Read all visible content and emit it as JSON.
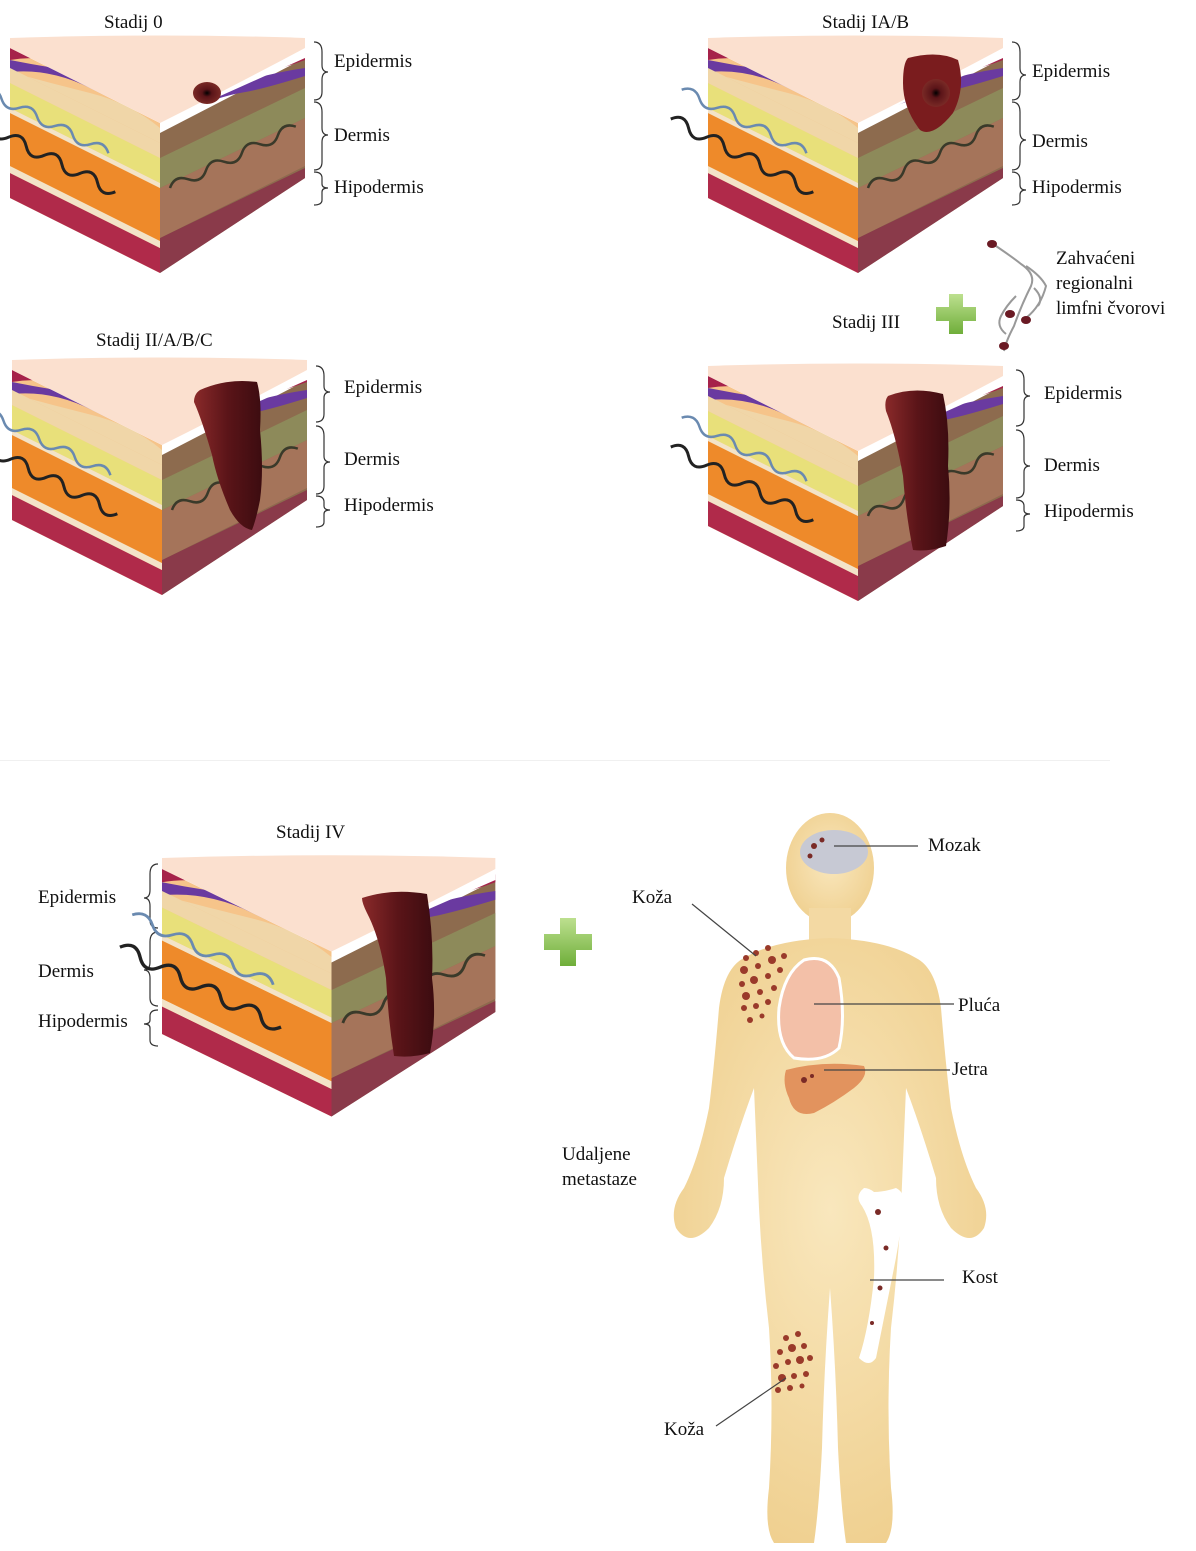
{
  "stages": {
    "stage0": {
      "title": "Stadij 0"
    },
    "stage1": {
      "title": "Stadij IA/B"
    },
    "stage2": {
      "title": "Stadij II/A/B/C"
    },
    "stage3": {
      "title": "Stadij III"
    },
    "stage4": {
      "title": "Stadij IV"
    }
  },
  "layers": {
    "epidermis": "Epidermis",
    "dermis": "Dermis",
    "hypodermis": "Hipodermis"
  },
  "lymph": {
    "line1": "Zahvaćeni",
    "line2": "regionalni",
    "line3": "limfni čvorovi"
  },
  "metastasis": {
    "title_line1": "Udaljene",
    "title_line2": "metastaze",
    "brain": "Mozak",
    "skin_upper": "Koža",
    "lung": "Pluća",
    "liver": "Jetra",
    "bone": "Kost",
    "skin_lower": "Koža"
  },
  "colors": {
    "tumor": "#5a1418",
    "plus": "#8cc152",
    "body": "#f5deaa"
  }
}
